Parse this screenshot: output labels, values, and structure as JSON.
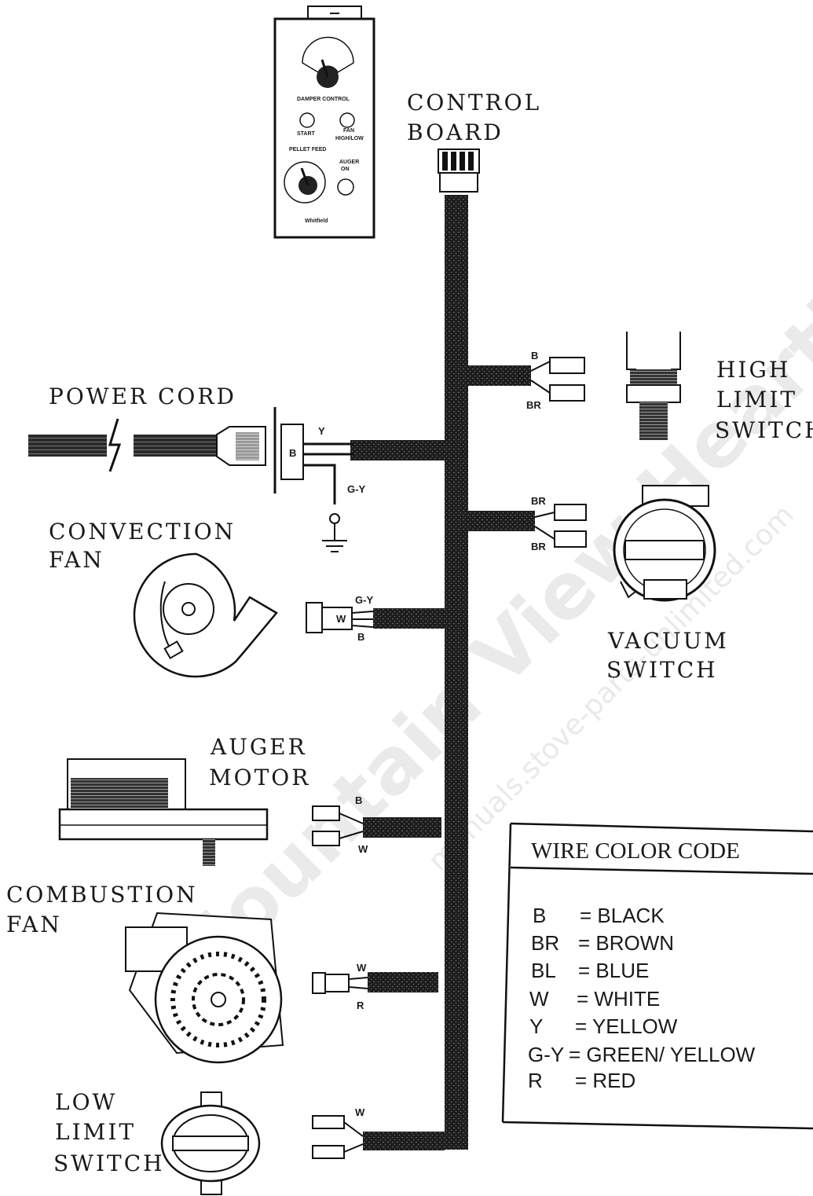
{
  "labels": {
    "control_board": [
      "CONTROL",
      "BOARD"
    ],
    "power_cord": "POWER CORD",
    "convection_fan": [
      "CONVECTION",
      "FAN"
    ],
    "high_limit_switch": [
      "HIGH",
      "LIMIT",
      "SWITCH"
    ],
    "vacuum_switch": [
      "VACUUM",
      "SWITCH"
    ],
    "auger_motor": [
      "AUGER",
      "MOTOR"
    ],
    "combustion_fan": [
      "COMBUSTION",
      "FAN"
    ],
    "low_limit_switch": [
      "LOW",
      "LIMIT",
      "SWITCH"
    ]
  },
  "control_panel": {
    "damper_control": "DAMPER CONTROL",
    "start": "START",
    "fan": "FAN",
    "fan_sub": "HIGH/LOW",
    "pellet_feed": "PELLET FEED",
    "auger": "AUGER",
    "auger_sub": "ON",
    "brand": "Whitfield"
  },
  "wires": {
    "power_y": "Y",
    "power_b": "B",
    "power_gy": "G-Y",
    "high_limit_b": "B",
    "high_limit_br": "BR",
    "vacuum_br1": "BR",
    "vacuum_br2": "BR",
    "conv_gy": "G-Y",
    "conv_w": "W",
    "conv_b": "B",
    "auger_b": "B",
    "auger_w": "W",
    "comb_w": "W",
    "comb_r": "R",
    "low_limit_w": "W"
  },
  "legend": {
    "title": "WIRE COLOR CODE",
    "rows": [
      {
        "code": "B",
        "meaning": "= BLACK"
      },
      {
        "code": "BR",
        "meaning": "= BROWN"
      },
      {
        "code": "BL",
        "meaning": "= BLUE"
      },
      {
        "code": "W",
        "meaning": "= WHITE"
      },
      {
        "code": "Y",
        "meaning": "= YELLOW"
      },
      {
        "code": "G-Y",
        "meaning": "= GREEN/ YELLOW"
      },
      {
        "code": "R",
        "meaning": "= RED"
      }
    ]
  },
  "watermark": {
    "main": "Mountain View Hearth Products",
    "sub": "manuals.stove-parts-unlimited.com"
  }
}
